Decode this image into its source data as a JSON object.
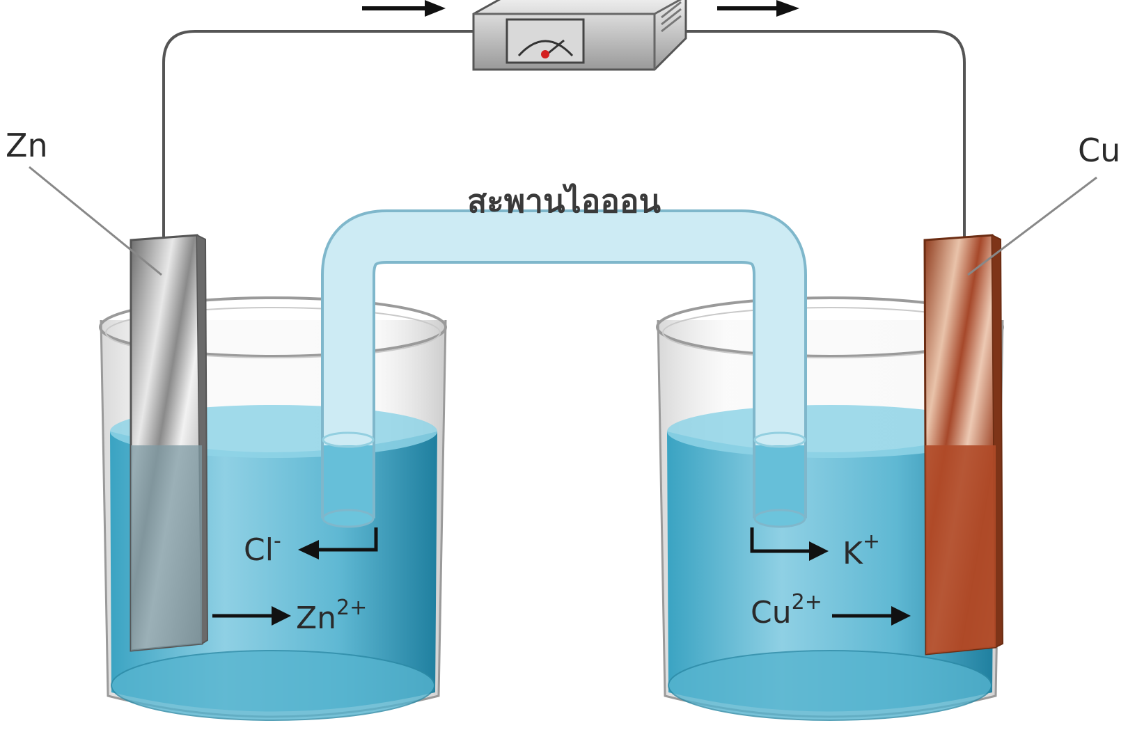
{
  "diagram": {
    "electrodes": {
      "anode": {
        "label": "Zn",
        "color": "#8a9599"
      },
      "cathode": {
        "label": "Cu",
        "color": "#b0522e"
      }
    },
    "salt_bridge_label": "สะพานไอออน",
    "ions": {
      "left_chloride": {
        "base": "Cl",
        "charge": "-"
      },
      "left_zinc": {
        "base": "Zn",
        "charge": "2+"
      },
      "right_potassium": {
        "base": "K",
        "charge": "+"
      },
      "right_copper": {
        "base": "Cu",
        "charge": "2+"
      }
    },
    "colors": {
      "solution": "#4fb3cf",
      "solution_dark": "#2a8fae",
      "bridge": "#bfe3ef",
      "wire": "#555555"
    }
  }
}
